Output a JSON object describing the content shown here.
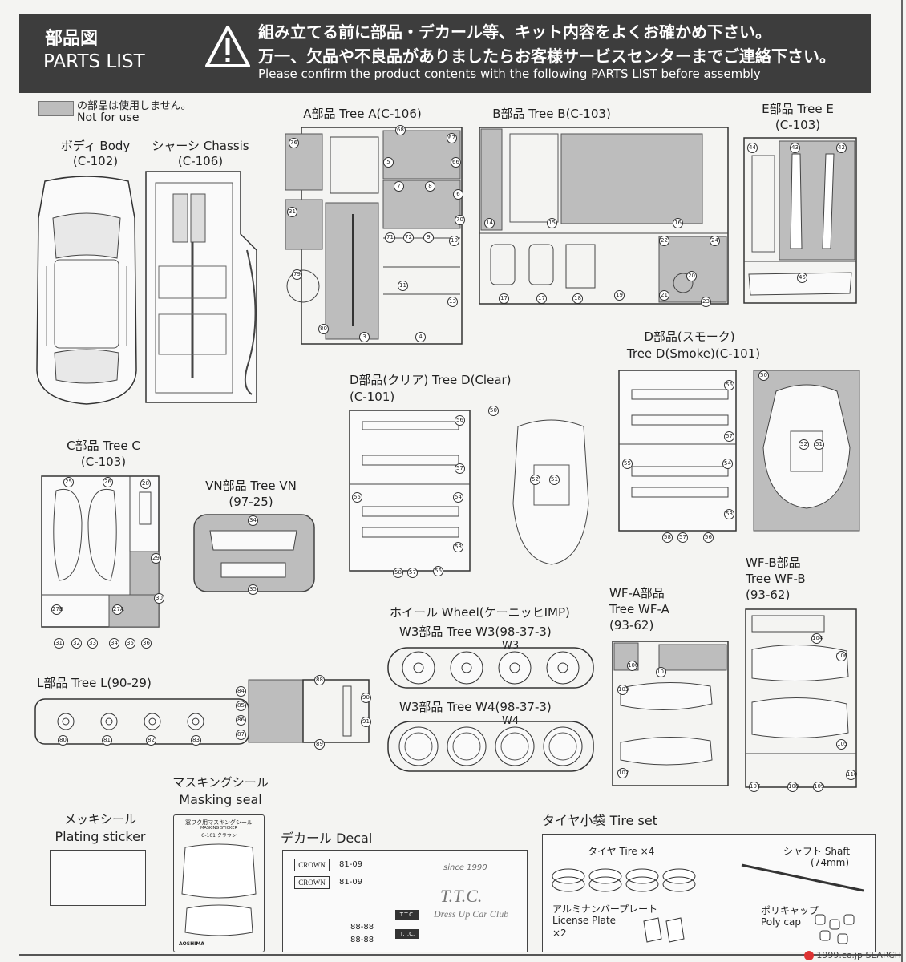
{
  "header": {
    "title_jp": "部品図",
    "title_en": "PARTS LIST",
    "warning_jp_1": "組み立てる前に部品・デカール等、キット内容をよくお確かめ下さい。",
    "warning_jp_2": "万一、欠品や不良品がありましたらお客様サービスセンターまでご連絡下さい。",
    "warning_en": "Please confirm the product contents with the following PARTS LIST before assembly"
  },
  "legend": {
    "jp": "の部品は使用しません。",
    "en": "Not for use"
  },
  "body": {
    "name": "ボディ Body",
    "code": "(C-102)"
  },
  "chassis": {
    "name": "シャーシ Chassis",
    "code": "(C-106)"
  },
  "tree_a": {
    "name": "A部品 Tree A(C-106)"
  },
  "tree_b": {
    "name": "B部品 Tree B(C-103)"
  },
  "tree_e": {
    "name": "E部品 Tree E",
    "code": "(C-103)"
  },
  "tree_d_smoke": {
    "name_jp": "D部品(スモーク)",
    "name_en": "Tree D(Smoke)(C-101)"
  },
  "tree_d_clear": {
    "name": "D部品(クリア) Tree D(Clear)",
    "code": "(C-101)"
  },
  "tree_c": {
    "name": "C部品 Tree C",
    "code": "(C-103)"
  },
  "tree_vn": {
    "name": "VN部品 Tree VN",
    "code": "(97-25)"
  },
  "wheel": {
    "title": "ホイール Wheel(ケーニッヒIMP)",
    "w3_name": "W3部品 Tree W3(98-37-3)",
    "w3_tag": "W3",
    "w4_name": "W3部品 Tree W4(98-37-3)",
    "w4_tag": "W4"
  },
  "tree_wfa": {
    "name_jp": "WF-A部品",
    "name_en": "Tree WF-A",
    "code": "(93-62)"
  },
  "tree_wfb": {
    "name_jp": "WF-B部品",
    "name_en": "Tree WF-B",
    "code": "(93-62)"
  },
  "tree_l": {
    "name": "L部品 Tree L(90-29)"
  },
  "masking": {
    "name_jp": "マスキングシール",
    "name_en": "Masking seal",
    "sheet_title": "窓ワク用マスキングシール",
    "sheet_sub": "MASKING STICKER",
    "sheet_code": "C-101 クラウン",
    "brand": "AOSHIMA"
  },
  "plating": {
    "name_jp": "メッキシール",
    "name_en": "Plating sticker"
  },
  "decal": {
    "name": "デカール Decal",
    "brand": "CROWN",
    "plate_1": "81-09",
    "plate_2": "88-88",
    "club_1": "T.T.C.",
    "club_2": "Dress Up Car Club",
    "since": "since 1990"
  },
  "tire_set": {
    "title": "タイヤ小袋 Tire set",
    "tire": "タイヤ Tire ×4",
    "shaft": "シャフト Shaft",
    "shaft_len": "(74mm)",
    "plate_jp": "アルミナンバープレート",
    "plate_en": "License Plate",
    "plate_qty": "×2",
    "polycap_jp": "ポリキャップ",
    "polycap_en": "Poly cap"
  },
  "watermark": "1999.co.jp",
  "watermark_suffix": "SEARCH",
  "part_numbers": {
    "a": [
      "76",
      "68",
      "67",
      "5",
      "66",
      "7",
      "8",
      "6",
      "70",
      "31",
      "71",
      "72",
      "9",
      "10",
      "79",
      "11",
      "13",
      "4",
      "3",
      "80"
    ],
    "b": [
      "14",
      "15",
      "16",
      "22",
      "24",
      "20",
      "17",
      "17",
      "18",
      "19",
      "21",
      "23"
    ],
    "e": [
      "44",
      "43",
      "42",
      "45"
    ],
    "c": [
      "25",
      "26",
      "28",
      "29",
      "30",
      "27B",
      "27A",
      "31",
      "32",
      "33",
      "34",
      "35",
      "36"
    ],
    "vn": [
      "34",
      "35"
    ],
    "d_clear": [
      "56",
      "57",
      "55",
      "54",
      "53",
      "58",
      "57",
      "56",
      "50",
      "52",
      "51"
    ],
    "d_smoke": [
      "56",
      "57",
      "55",
      "54",
      "53",
      "58",
      "57",
      "56",
      "50",
      "52",
      "51"
    ],
    "l": [
      "80",
      "81",
      "82",
      "83",
      "84",
      "85",
      "86",
      "87",
      "88",
      "90",
      "91",
      "89"
    ],
    "wfa": [
      "100",
      "101",
      "103",
      "102"
    ],
    "wfb": [
      "104",
      "106",
      "105",
      "107",
      "108",
      "109",
      "110"
    ]
  },
  "colors": {
    "header_bg": "#3d3d3d",
    "not_for_use": "#bdbdbd",
    "line": "#444444"
  }
}
